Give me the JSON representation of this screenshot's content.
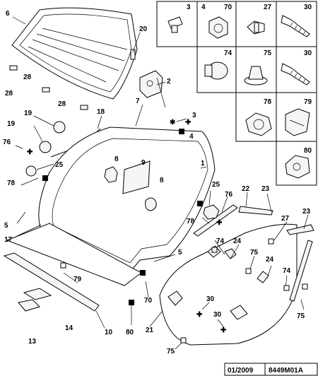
{
  "diagram": {
    "labels": {
      "l1": "1",
      "l2": "2",
      "l3a": "3",
      "l4a": "4",
      "l5a": "5",
      "l5b": "5",
      "l6": "6",
      "l7": "7",
      "l8a": "8",
      "l8b": "8",
      "l9": "9",
      "l10": "10",
      "l13": "13",
      "l14": "14",
      "l17": "17",
      "l18": "18",
      "l19a": "19",
      "l19b": "19",
      "l20": "20",
      "l21": "21",
      "l22": "22",
      "l23a": "23",
      "l23b": "23",
      "l24a": "24",
      "l24b": "24",
      "l25a": "25",
      "l25b": "25",
      "l27": "27",
      "l28a": "28",
      "l28b": "28",
      "l28c": "28",
      "l30a": "30",
      "l30b": "30",
      "l70": "70",
      "l74a": "74",
      "l74b": "74",
      "l75a": "75",
      "l75b": "75",
      "l75c": "75",
      "l76a": "76",
      "l76b": "76",
      "l78a": "78",
      "l78b": "78",
      "l79": "79",
      "l80": "80"
    },
    "fastener_panel": {
      "cells": [
        "3",
        "4",
        "70",
        "27",
        "30",
        "74",
        "75",
        "78",
        "79",
        "80"
      ]
    },
    "footer": {
      "date": "01/2009",
      "reference": "8449M01A"
    }
  }
}
